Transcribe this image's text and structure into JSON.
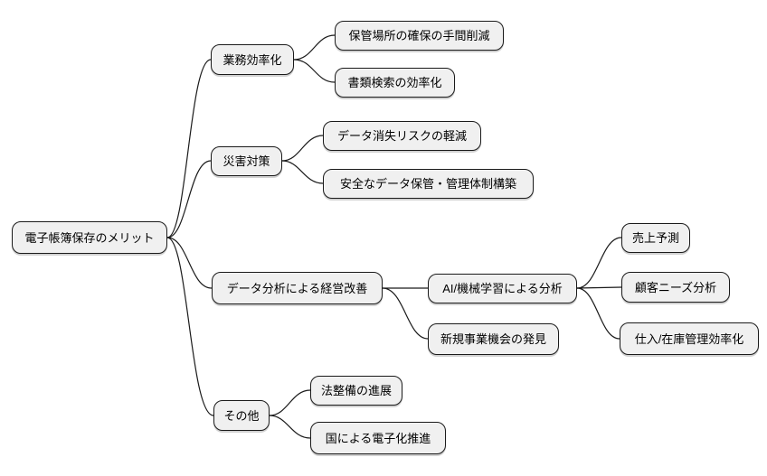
{
  "diagram": {
    "type": "mindmap",
    "root_label": "電子帳簿保存のメリット",
    "nodes": [
      {
        "id": "root",
        "label": "電子帳簿保存のメリット",
        "parent": null,
        "level": 0
      },
      {
        "id": "gyomu-koritsuka",
        "label": "業務効率化",
        "parent": "root",
        "level": 1
      },
      {
        "id": "hokan-basho",
        "label": "保管場所の確保の手間削減",
        "parent": "gyomu-koritsuka",
        "level": 2
      },
      {
        "id": "shorui-kensaku",
        "label": "書類検索の効率化",
        "parent": "gyomu-koritsuka",
        "level": 2
      },
      {
        "id": "saigai-taisaku",
        "label": "災害対策",
        "parent": "root",
        "level": 1
      },
      {
        "id": "data-soshitsu",
        "label": "データ消失リスクの軽減",
        "parent": "saigai-taisaku",
        "level": 2
      },
      {
        "id": "anzen-hokan",
        "label": "安全なデータ保管・管理体制構築",
        "parent": "saigai-taisaku",
        "level": 2
      },
      {
        "id": "data-bunseki",
        "label": "データ分析による経営改善",
        "parent": "root",
        "level": 1
      },
      {
        "id": "ai-bunseki",
        "label": "AI/機械学習による分析",
        "parent": "data-bunseki",
        "level": 2
      },
      {
        "id": "uriage-yosoku",
        "label": "売上予測",
        "parent": "ai-bunseki",
        "level": 3
      },
      {
        "id": "kokyaku-needs",
        "label": "顧客ニーズ分析",
        "parent": "ai-bunseki",
        "level": 3
      },
      {
        "id": "shiire-zaiko",
        "label": "仕入/在庫管理効率化",
        "parent": "ai-bunseki",
        "level": 3
      },
      {
        "id": "shinki-jigyo",
        "label": "新規事業機会の発見",
        "parent": "data-bunseki",
        "level": 2
      },
      {
        "id": "sonota",
        "label": "その他",
        "parent": "root",
        "level": 1
      },
      {
        "id": "ho-seibi",
        "label": "法整備の進展",
        "parent": "sonota",
        "level": 2
      },
      {
        "id": "kuni-denshika",
        "label": "国による電子化推進",
        "parent": "sonota",
        "level": 2
      }
    ],
    "colors": {
      "background": "#ffffff",
      "node_fill": "#f0f0f0",
      "node_border": "#1a1a1a",
      "edge": "#1a1a1a",
      "text": "#000000"
    }
  }
}
